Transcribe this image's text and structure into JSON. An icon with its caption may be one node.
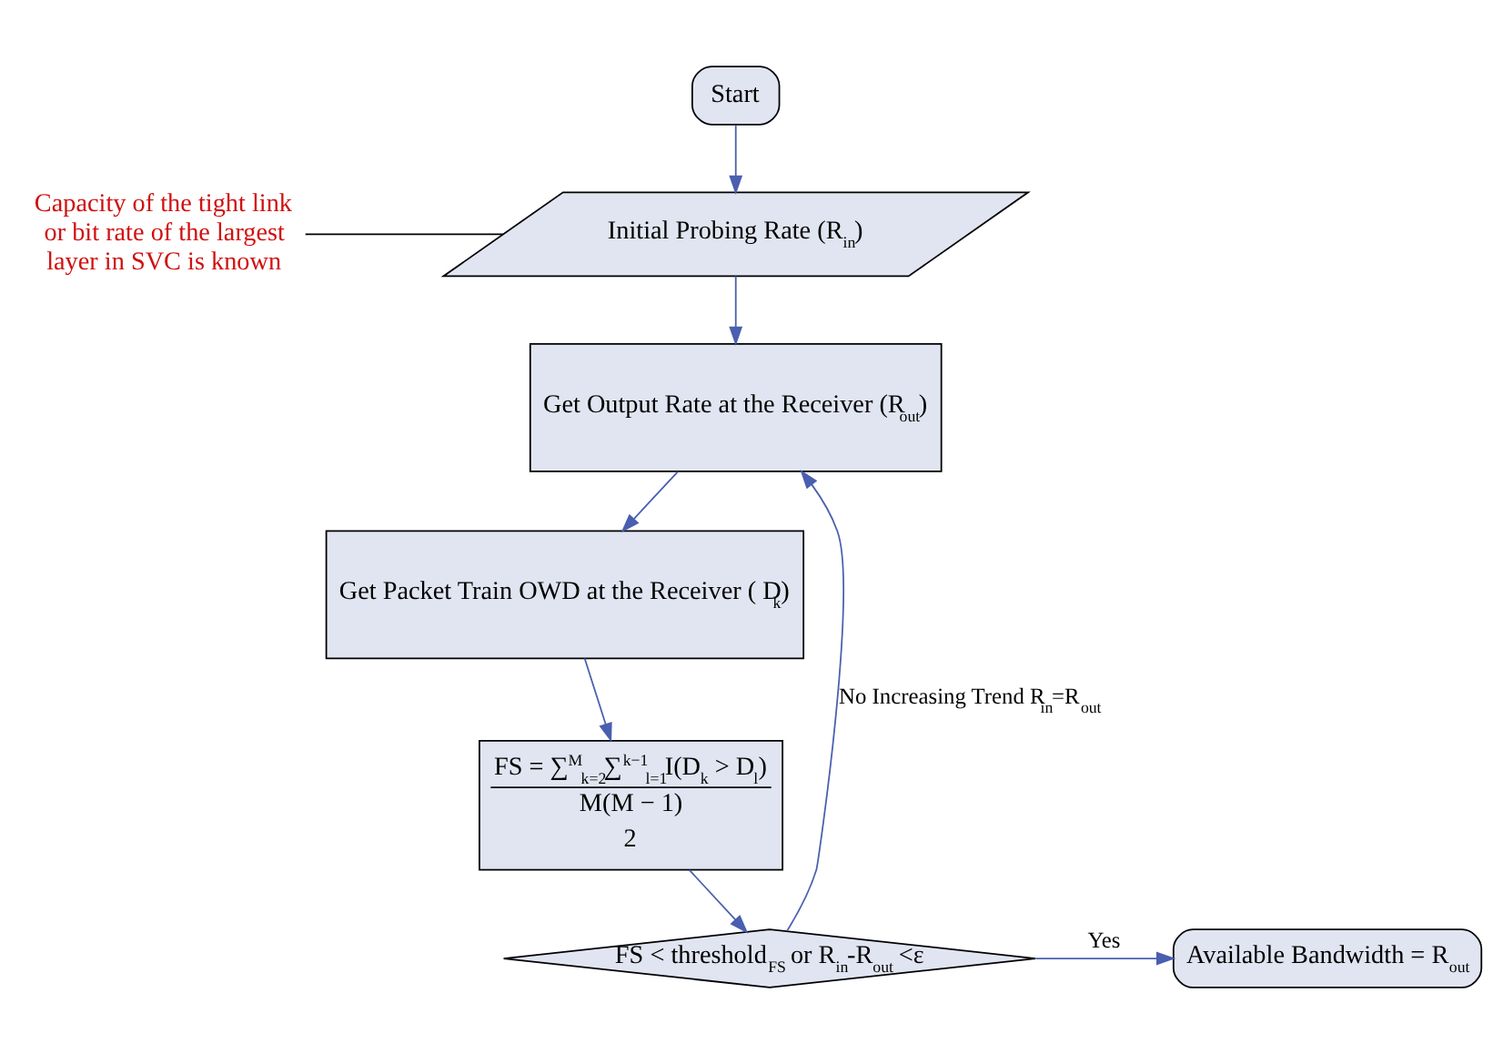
{
  "diagram": {
    "nodes": [
      {
        "text": [
          "Start"
        ]
      },
      {
        "text": [
          "Initial Probing Rate (R$_{in}$)"
        ]
      },
      {
        "text": [
          "Capacity of the tight link or bit rate of the largest layer in SVC is known"
        ]
      },
      {
        "text": [
          "Get Output Rate at the Receiver (R$_{out}$)"
        ]
      },
      {
        "text": [
          "Get Packet Train OWD at the Receiver ( D$_{k}$)"
        ]
      },
      {
        "text": [
          "FS = ∑$^{M}$$_{k=2}$∑$^{k−1}$$_{l=1}$I(D$_{k}$ > D$_{l}$)",
          "M(M − 1)",
          "2"
        ]
      },
      {
        "text": [
          "FS < threshold$_{FS}$ or R$_{in}$-R$_{out}$ <ε"
        ]
      },
      {
        "text": [
          "Available Bandwidth = R$_{out}$"
        ]
      }
    ],
    "edges": [
      {
        "from": 0,
        "to": 1,
        "arrow": "to"
      },
      {
        "from": 2,
        "to": 1,
        "arrow": "none",
        "color": "#000000"
      },
      {
        "from": 1,
        "to": 3,
        "arrow": "to"
      },
      {
        "from": 3,
        "to": 4,
        "arrow": "to"
      },
      {
        "from": 4,
        "to": 5,
        "arrow": "to"
      },
      {
        "from": 5,
        "to": 6,
        "arrow": "to"
      },
      {
        "from": 6,
        "to": 7,
        "arrow": "to",
        "label": "Yes"
      },
      {
        "from": 6,
        "to": 3,
        "arrow": "to",
        "label": "No Increasing Trend R$_{in}$=R$_{out}$"
      }
    ]
  }
}
